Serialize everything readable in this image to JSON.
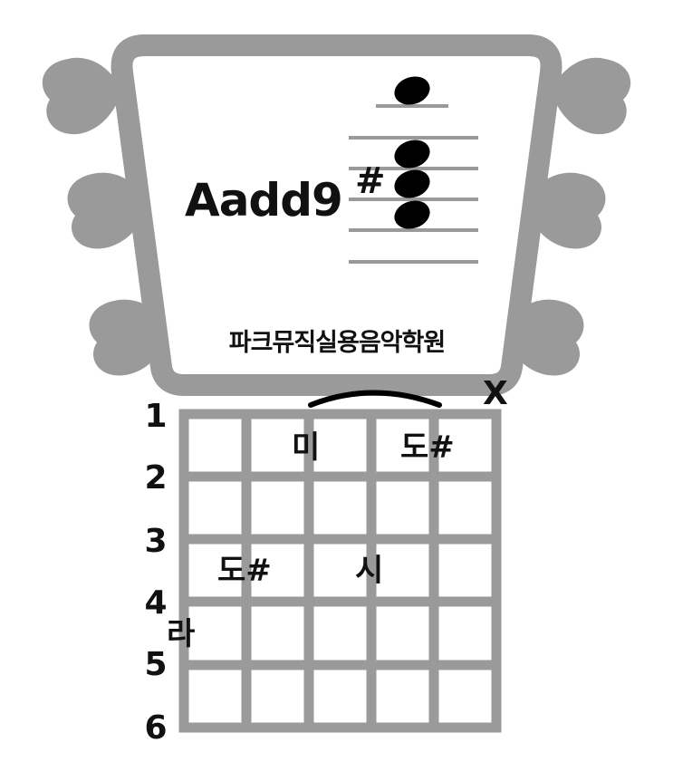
{
  "chord": {
    "name": "Aadd9",
    "accidental": "#"
  },
  "academy": {
    "name": "파크뮤직실용음악학원"
  },
  "fretboard": {
    "string_labels": [
      "1",
      "2",
      "3",
      "4",
      "5",
      "6"
    ],
    "notes": [
      {
        "label": "미"
      },
      {
        "label": "도#"
      },
      {
        "label": "도#"
      },
      {
        "label": "시"
      },
      {
        "label": "라"
      }
    ],
    "mute_marker": "X"
  },
  "colors": {
    "frame": "#9a9a9a",
    "ink": "#111111",
    "background": "#ffffff"
  }
}
